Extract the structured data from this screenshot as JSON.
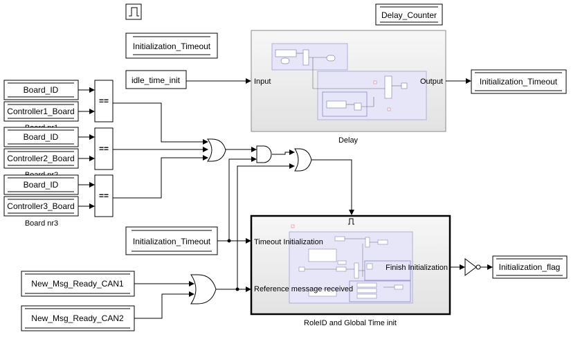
{
  "blocks": {
    "pulse_top_icon": "pulse-icon",
    "init_timeout_from": "Initialization_Timeout",
    "idle_time_init": "idle_time_init",
    "delay_counter": "Delay_Counter",
    "init_timeout_goto": "Initialization_Timeout",
    "board_id_1": "Board_ID",
    "controller1_board": "Controller1_Board",
    "board_label_1": "Board nr1",
    "board_id_2": "Board_ID",
    "controller2_board": "Controller2_Board",
    "board_label_2": "Board nr2",
    "board_id_3": "Board_ID",
    "controller3_board": "Controller3_Board",
    "board_label_3": "Board nr3",
    "relational_op": "==",
    "init_timeout_from_2": "Initialization_Timeout",
    "new_msg_can1": "New_Msg_Ready_CAN1",
    "new_msg_can2": "New_Msg_Ready_CAN2",
    "initialization_flag": "Initialization_flag"
  },
  "delay": {
    "name": "Delay",
    "port_in": "Input",
    "port_out": "Output"
  },
  "roleid": {
    "name": "RoleID and Global Time init",
    "port_timeout": "Timeout Initialization",
    "port_ref": "Reference message received",
    "port_finish": "Finish Initialization"
  },
  "colors": {
    "subsystem_fill": "#eeeeee",
    "inner_fill": "#e6e6f8",
    "inner_stroke": "#b0b0d8",
    "line": "#000000"
  }
}
